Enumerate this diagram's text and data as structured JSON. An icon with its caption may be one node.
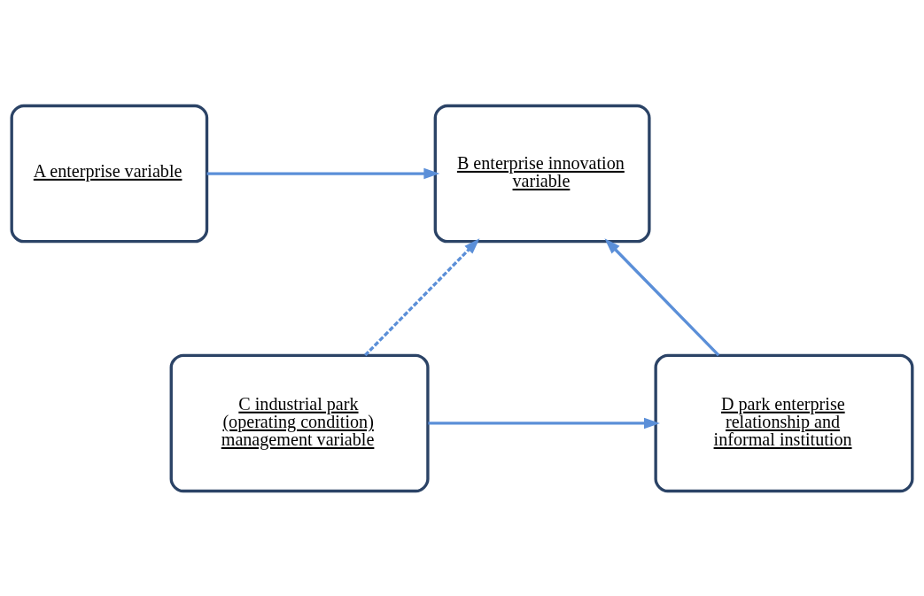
{
  "diagram": {
    "nodes": [
      {
        "text": [
          "A enterprise variable"
        ]
      },
      {
        "text": [
          "B enterprise innovation variable"
        ]
      },
      {
        "text": [
          "C industrial park (operating condition) management variable"
        ]
      },
      {
        "text": [
          "D park enterprise relationship and informal institution"
        ]
      }
    ],
    "edges": [
      {
        "from": 0,
        "to": 1,
        "arrow": "to"
      },
      {
        "from": 2,
        "to": 1,
        "arrow": "to",
        "style": "dashed"
      },
      {
        "from": 2,
        "to": 3,
        "arrow": "to"
      },
      {
        "from": 3,
        "to": 1,
        "arrow": "to"
      }
    ]
  }
}
